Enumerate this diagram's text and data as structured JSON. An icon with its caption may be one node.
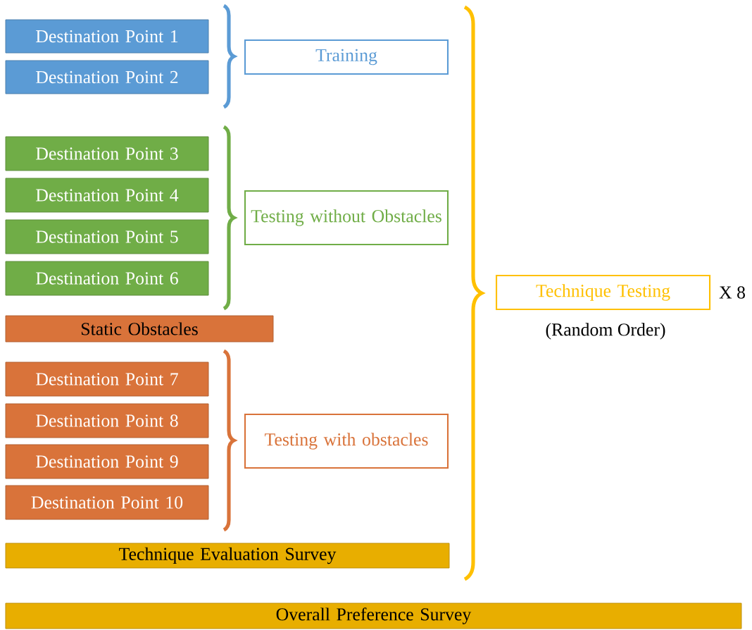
{
  "diagram": {
    "nodes": [
      {
        "text": [
          "Destination Point 1"
        ]
      },
      {
        "text": [
          "Training"
        ]
      },
      {
        "text": [
          "Destination Point 2"
        ]
      },
      {
        "text": [
          "Destination Point 3"
        ]
      },
      {
        "text": [
          "Destination Point 4"
        ]
      },
      {
        "text": [
          "Testing without Obstacles"
        ]
      },
      {
        "text": [
          "Destination Point 5"
        ]
      },
      {
        "text": [
          "Destination Point 6"
        ]
      },
      {
        "text": [
          "Technique Testing"
        ],
        "beside": [
          "X 8",
          "(Random Order)"
        ]
      },
      {
        "text": [
          "Static Obstacles"
        ]
      },
      {
        "text": [
          "Destination Point 7"
        ]
      },
      {
        "text": [
          "Destination Point 8"
        ]
      },
      {
        "text": [
          "Testing with obstacles"
        ]
      },
      {
        "text": [
          "Destination Point 9"
        ]
      },
      {
        "text": [
          "Destination Point 10"
        ]
      },
      {
        "text": [
          "Technique Evaluation Survey"
        ]
      },
      {
        "text": [
          "Overall Preference Survey"
        ]
      }
    ]
  }
}
